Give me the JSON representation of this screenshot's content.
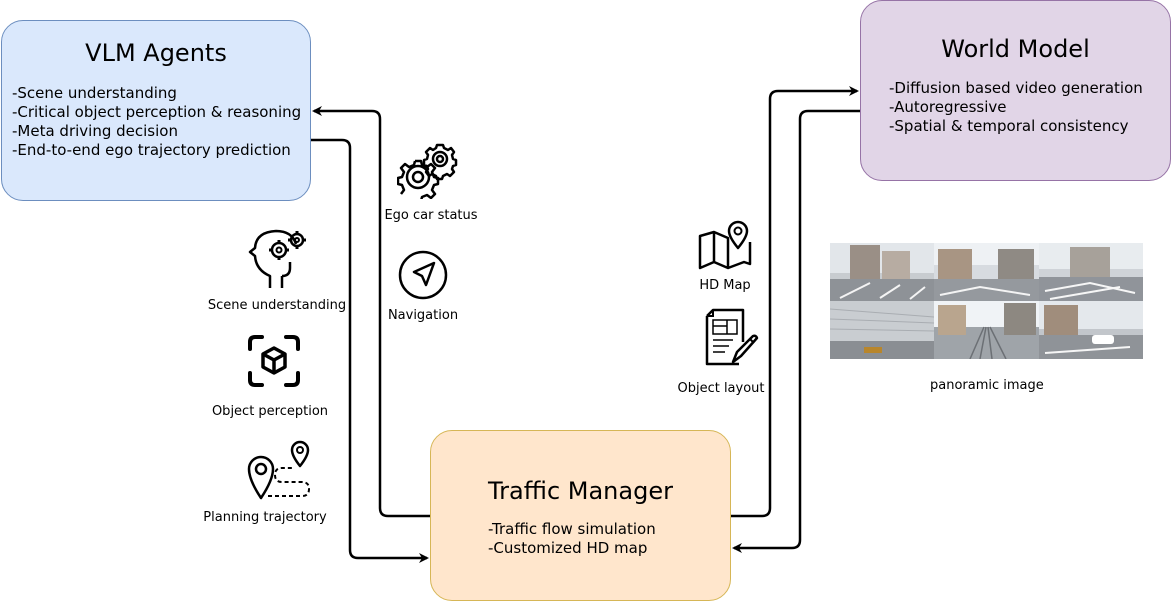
{
  "vlm_agents": {
    "title": "VLM Agents",
    "items": [
      "-Scene understanding",
      "-Critical object perception & reasoning",
      "-Meta driving decision",
      "-End-to-end ego trajectory prediction"
    ]
  },
  "world_model": {
    "title": "World Model",
    "items": [
      "-Diffusion based video generation",
      "-Autoregressive",
      "-Spatial & temporal consistency"
    ]
  },
  "traffic_manager": {
    "title": "Traffic Manager",
    "items": [
      "-Traffic flow simulation",
      "-Customized HD map"
    ]
  },
  "left_icons": [
    {
      "label": "Scene understanding",
      "icon": "head-gears-icon"
    },
    {
      "label": "Object perception",
      "icon": "cube-scan-icon"
    },
    {
      "label": "Planning trajectory",
      "icon": "route-pins-icon"
    }
  ],
  "middle_icons": [
    {
      "label": "Ego car status",
      "icon": "gears-icon"
    },
    {
      "label": "Navigation",
      "icon": "navigation-arrow-icon"
    }
  ],
  "right_icons": [
    {
      "label": "HD Map",
      "icon": "map-pin-icon"
    },
    {
      "label": "Object layout",
      "icon": "document-pencil-icon"
    }
  ],
  "panorama": {
    "label": "panoramic image"
  },
  "colors": {
    "vlm_fill": "#dae8fc",
    "vlm_border": "#6c8ebf",
    "world_fill": "#e1d5e7",
    "world_border": "#9673a6",
    "traffic_fill": "#ffe6cc",
    "traffic_border": "#d6b656",
    "arrow": "#000000"
  }
}
